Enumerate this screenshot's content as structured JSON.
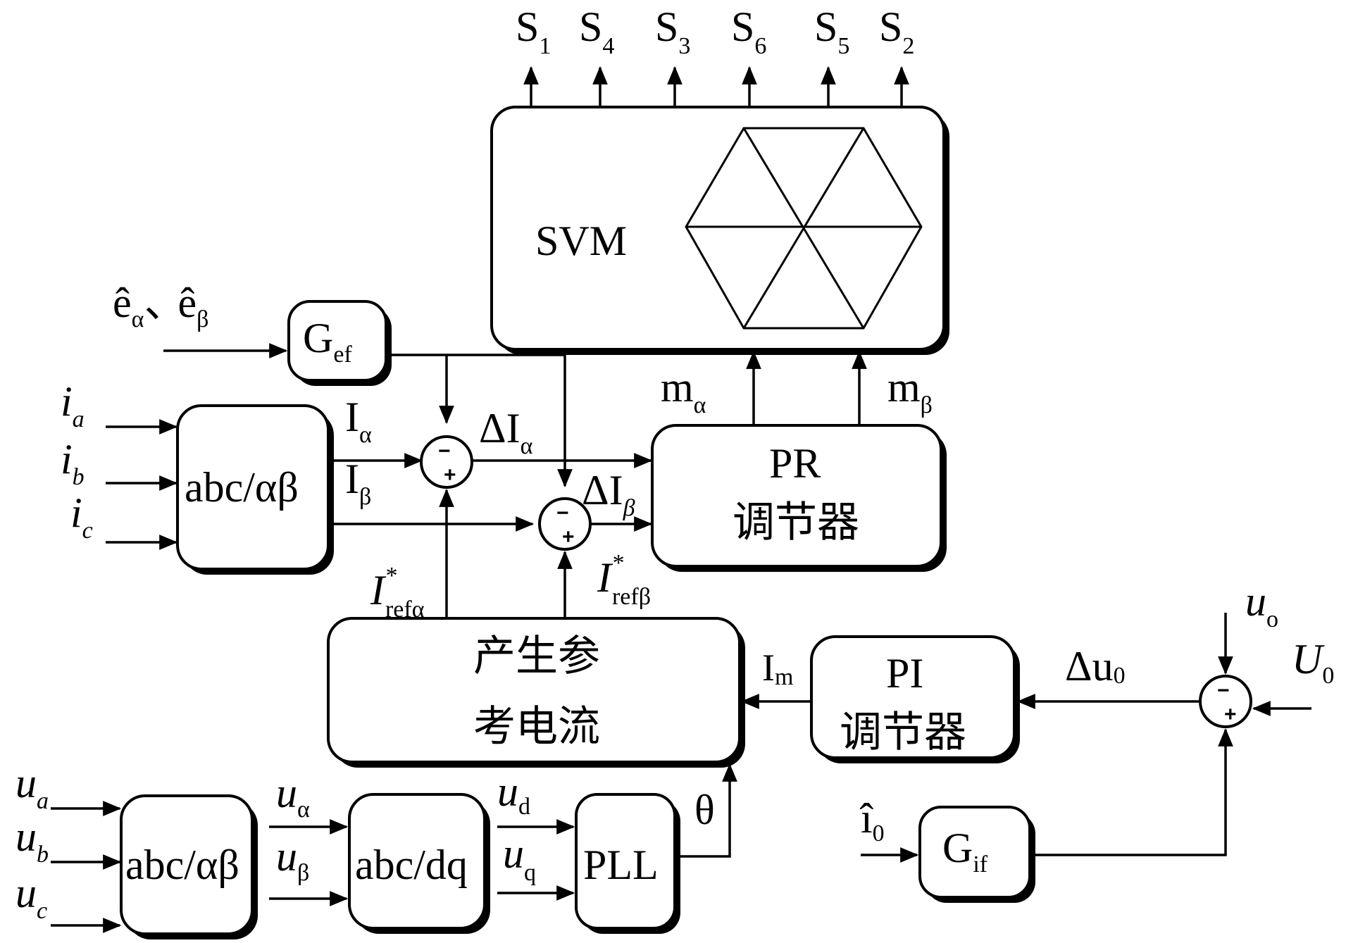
{
  "outputs": [
    "S1",
    "S4",
    "S3",
    "S6",
    "S5",
    "S2"
  ],
  "blocks": {
    "svm": "SVM",
    "gef": "Gef",
    "abc_ab_top": "abc/αβ",
    "pr_line1": "PR",
    "pr_line2": "调节器",
    "refgen_line1": "产生参",
    "refgen_line2": "考电流",
    "pi_line1": "PI",
    "pi_line2": "调节器",
    "abc_ab_bottom": "abc/αβ",
    "abc_dq": "abc/dq",
    "pll": "PLL",
    "gif": "Gif"
  },
  "signals": {
    "e_hat": "ê_α、ê_β",
    "ia": "i_a",
    "ib": "i_b",
    "ic": "i_c",
    "I_alpha": "I_α",
    "I_beta": "I_β",
    "dI_alpha": "ΔI_α",
    "dI_beta": "ΔI_β",
    "m_alpha": "m_α",
    "m_beta": "m_β",
    "Iref_alpha": "I*_refα",
    "Iref_beta": "I*_refβ",
    "Im": "I_m",
    "uo": "u_o",
    "U0": "U_0",
    "du0": "Δu_0",
    "i0_hat": "î_0",
    "ua": "u_a",
    "ub": "u_b",
    "uc": "u_c",
    "u_alpha": "u_α",
    "u_beta": "u_β",
    "ud": "u_d",
    "uq": "u_q",
    "theta": "θ"
  },
  "glyphs": {
    "S": "S",
    "sub1": "1",
    "sub4": "4",
    "sub3": "3",
    "sub6": "6",
    "sub5": "5",
    "sub2": "2",
    "e": "ê",
    "alpha": "α",
    "beta": "β",
    "sep": "、",
    "G": "G",
    "ef": "ef",
    "if": "if",
    "i": "i",
    "a": "a",
    "b": "b",
    "c": "c",
    "I": "I",
    "dI": "ΔI",
    "m": "m",
    "refa": "refα",
    "refb": "refβ",
    "star": "*",
    "Im_I": "I",
    "Im_m": "m",
    "u": "u",
    "o": "o",
    "U": "U",
    "zero": "0",
    "du": "Δu",
    "ihat": "î",
    "d": "d",
    "q": "q",
    "theta": "θ",
    "minus": "−",
    "plus": "+"
  }
}
